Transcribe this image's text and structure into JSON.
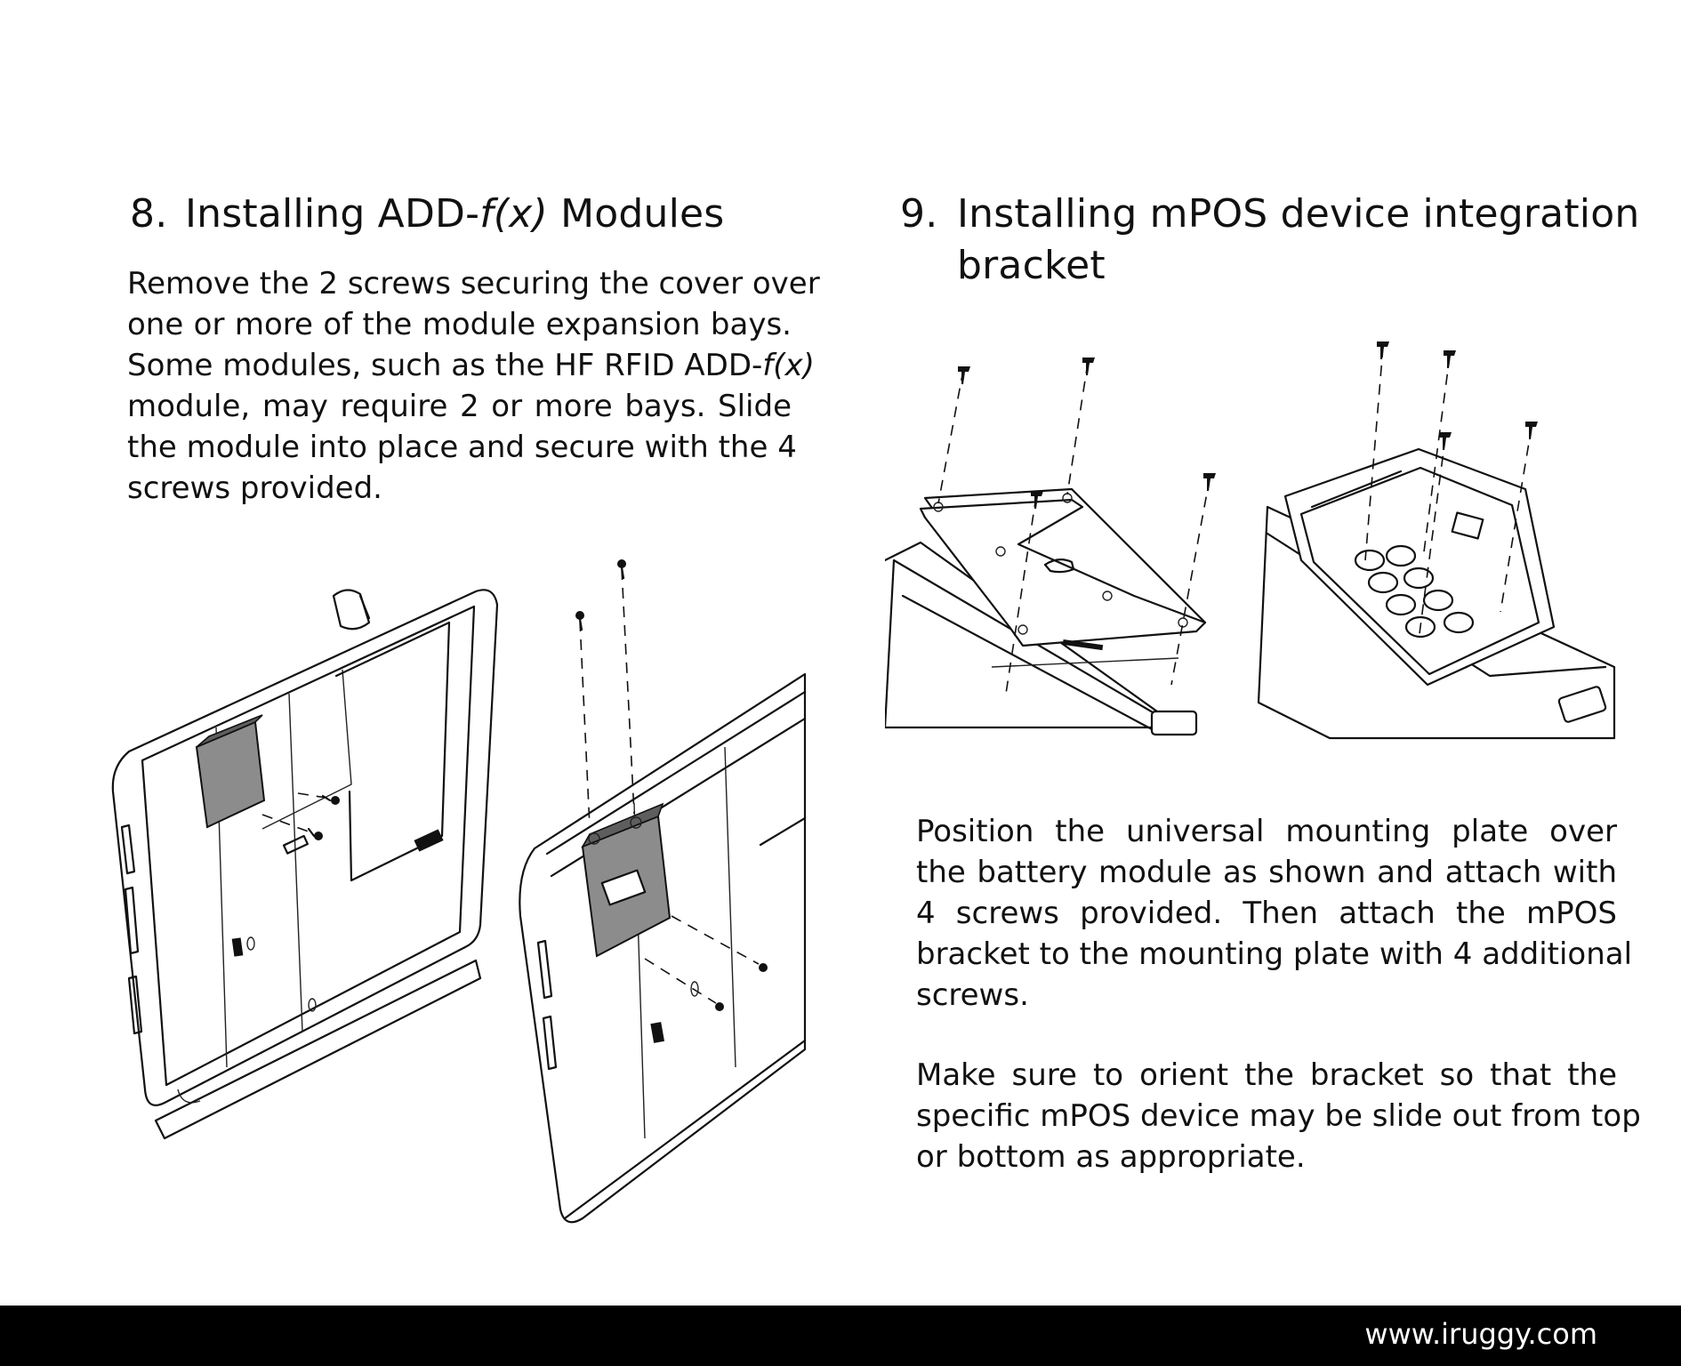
{
  "section8": {
    "number": "8.",
    "title_pre": "Installing ADD-",
    "title_italic": "f(x)",
    "title_post": " Modules",
    "lines": [
      {
        "pre": "Remove the 2 screws securing the cover over"
      },
      {
        "pre": "one or more of the module expansion bays."
      },
      {
        "pre": "Some modules, such as the HF RFID ADD-",
        "italic": "f(x)"
      },
      {
        "pre": "module, may require 2 or more bays.  Slide"
      },
      {
        "pre": "the module into place and secure with the 4"
      },
      {
        "pre": "screws provided."
      }
    ]
  },
  "section9": {
    "number": "9.",
    "title_line1": "Installing mPOS device integration",
    "title_line2": "bracket",
    "para1_lines": [
      "Position the universal mounting plate over",
      "the battery module as shown and attach with",
      "4 screws provided.  Then attach the mPOS",
      "bracket to the mounting plate with 4 additional",
      "screws."
    ],
    "para2_lines": [
      "Make sure to orient the bracket so that the",
      "specific mPOS device may be slide out from top",
      "or bottom as appropriate."
    ]
  },
  "footer": {
    "url": "www.iruggy.com"
  }
}
